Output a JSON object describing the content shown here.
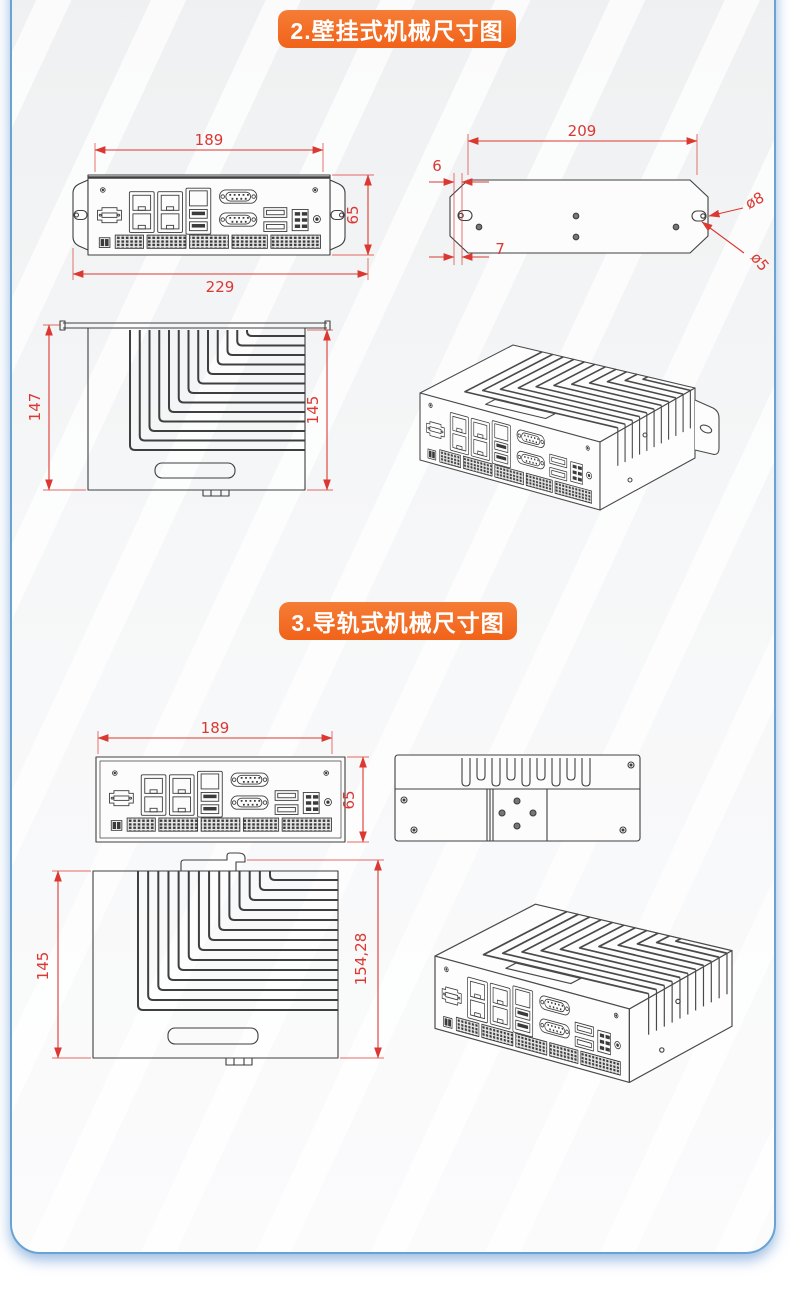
{
  "theme": {
    "accent_orange": "#f2671f",
    "dimension_red": "#dc3832",
    "drawing_line": "#3f3f3f",
    "card_border_blue": "#68a3d4"
  },
  "sections": [
    {
      "banner": "2.壁挂式机械尺寸图",
      "views": {
        "front": {
          "dims": {
            "inner_width": "189",
            "outer_width": "229",
            "height": "65"
          }
        },
        "plate": {
          "dims": {
            "width": "209",
            "edge_gap": "6",
            "slot_gap": "7",
            "keyhole_large": "ø8",
            "keyhole_small": "ø5"
          }
        },
        "top": {
          "dims": {
            "left_depth": "147",
            "right_depth": "145"
          }
        }
      }
    },
    {
      "banner": "3.导轨式机械尺寸图",
      "views": {
        "front": {
          "dims": {
            "width": "189",
            "height": "65"
          }
        },
        "top": {
          "dims": {
            "left_depth": "145",
            "right_depth": "154,28"
          }
        }
      }
    }
  ]
}
